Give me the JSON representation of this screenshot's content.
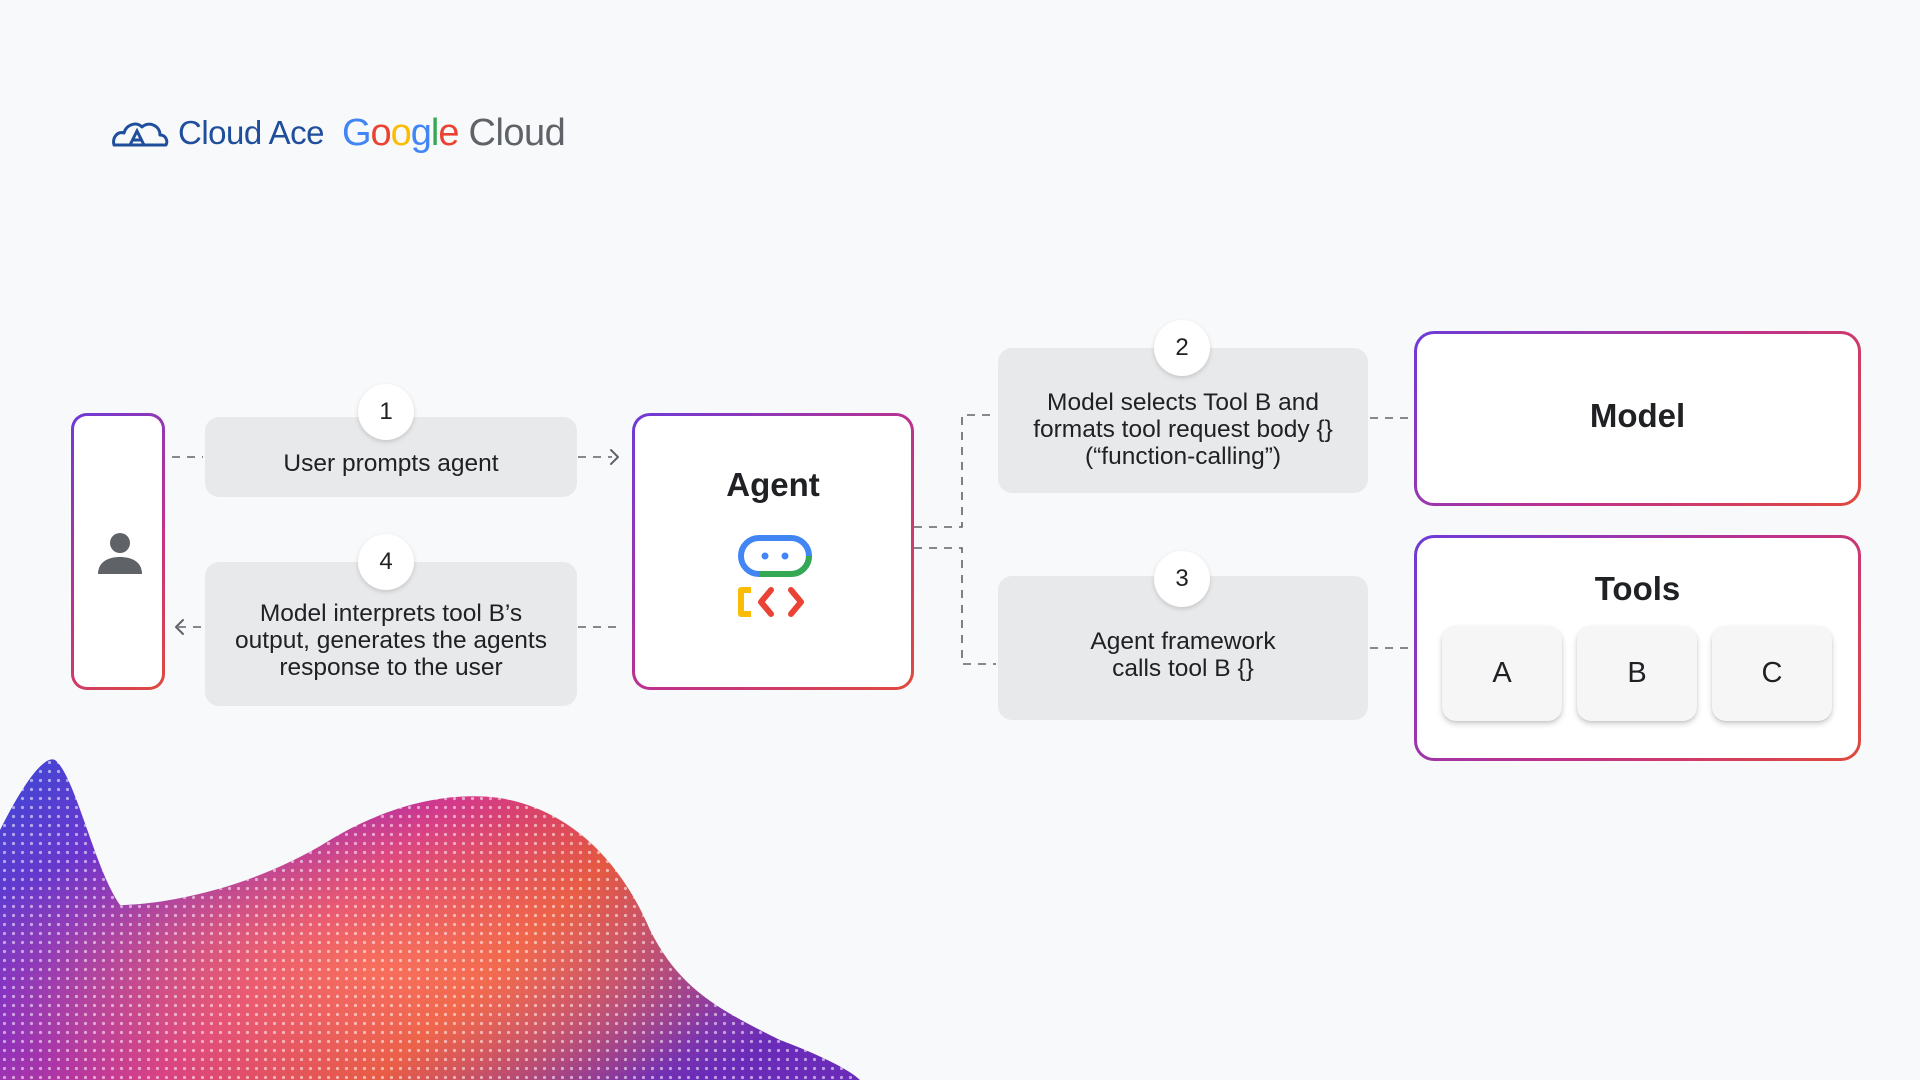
{
  "logo": {
    "cloud_ace": "Cloud Ace",
    "google_letters": [
      {
        "ch": "G",
        "color": "#4285F4"
      },
      {
        "ch": "o",
        "color": "#EA4335"
      },
      {
        "ch": "o",
        "color": "#FBBC05"
      },
      {
        "ch": "g",
        "color": "#4285F4"
      },
      {
        "ch": "l",
        "color": "#34A853"
      },
      {
        "ch": "e",
        "color": "#EA4335"
      }
    ],
    "google_cloud_suffix": "Cloud"
  },
  "nodes": {
    "user": {
      "icon": "person-icon"
    },
    "agent": {
      "title": "Agent",
      "icon": "agent-bot-code-icon"
    },
    "model": {
      "title": "Model"
    },
    "tools": {
      "title": "Tools",
      "items": [
        "A",
        "B",
        "C"
      ]
    }
  },
  "steps": [
    {
      "number": "1",
      "text": "User prompts agent"
    },
    {
      "number": "2",
      "text": "Model selects Tool B and\nformats tool request body {}\n(“function-calling”)"
    },
    {
      "number": "3",
      "text": "Agent framework\ncalls tool B {}"
    },
    {
      "number": "4",
      "text": "Model interprets tool B’s\noutput, generates the agents\nresponse to the user"
    }
  ],
  "colors": {
    "box_gradient_start": "#6c3bd9",
    "box_gradient_end": "#e04a3c",
    "panel": "#e8e9eb",
    "connector": "#5f6368",
    "google_blue": "#4285F4",
    "google_red": "#EA4335",
    "google_yellow": "#FBBC05",
    "google_green": "#34A853"
  }
}
